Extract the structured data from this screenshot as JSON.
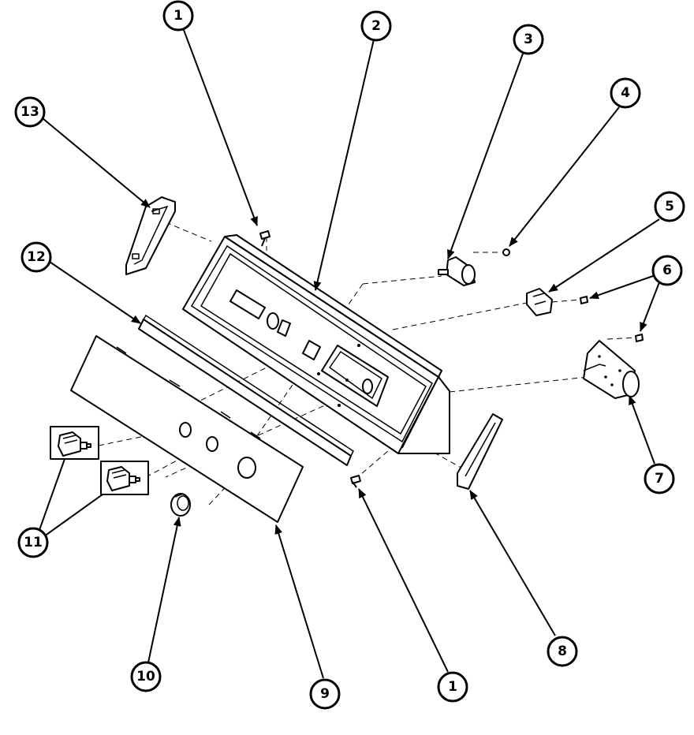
{
  "callouts": [
    {
      "id": "c1a",
      "label": "1"
    },
    {
      "id": "c2",
      "label": "2"
    },
    {
      "id": "c3",
      "label": "3"
    },
    {
      "id": "c4",
      "label": "4"
    },
    {
      "id": "c5",
      "label": "5"
    },
    {
      "id": "c6",
      "label": "6"
    },
    {
      "id": "c7",
      "label": "7"
    },
    {
      "id": "c8",
      "label": "8"
    },
    {
      "id": "c9",
      "label": "9"
    },
    {
      "id": "c10",
      "label": "10"
    },
    {
      "id": "c11",
      "label": "11"
    },
    {
      "id": "c12",
      "label": "12"
    },
    {
      "id": "c13",
      "label": "13"
    },
    {
      "id": "c1b",
      "label": "1"
    }
  ]
}
